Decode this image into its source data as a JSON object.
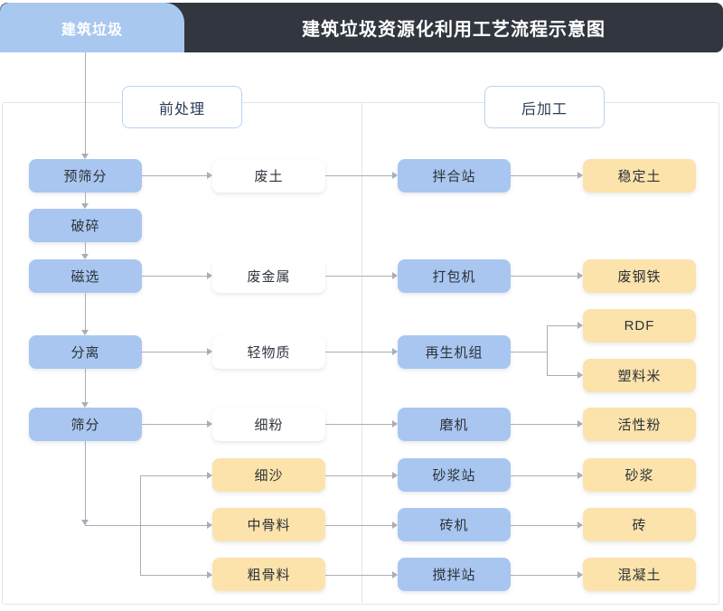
{
  "header": {
    "tab_label": "建筑垃圾",
    "title": "建筑垃圾资源化利用工艺流程示意图",
    "tab_color": "#a8c8ef",
    "bar_color": "#31363f"
  },
  "sections": {
    "pre_label": "前处理",
    "post_label": "后加工"
  },
  "palette": {
    "blue": "#a8c6f0",
    "yellow": "#fbe3ab",
    "white": "#ffffff",
    "line": "#a9aeb6",
    "border": "#e2e5ea"
  },
  "columns": {
    "col1": [
      {
        "label": "预筛分",
        "kind": "blue"
      },
      {
        "label": "破碎",
        "kind": "blue"
      },
      {
        "label": "磁选",
        "kind": "blue"
      },
      {
        "label": "分离",
        "kind": "blue"
      },
      {
        "label": "筛分",
        "kind": "blue"
      }
    ],
    "col2": [
      {
        "label": "废土",
        "kind": "white"
      },
      {
        "label": "废金属",
        "kind": "white"
      },
      {
        "label": "轻物质",
        "kind": "white"
      },
      {
        "label": "细粉",
        "kind": "white"
      },
      {
        "label": "细沙",
        "kind": "yellow"
      },
      {
        "label": "中骨料",
        "kind": "yellow"
      },
      {
        "label": "粗骨料",
        "kind": "yellow"
      }
    ],
    "col3": [
      {
        "label": "拌合站",
        "kind": "blue"
      },
      {
        "label": "打包机",
        "kind": "blue"
      },
      {
        "label": "再生机组",
        "kind": "blue"
      },
      {
        "label": "磨机",
        "kind": "blue"
      },
      {
        "label": "砂浆站",
        "kind": "blue"
      },
      {
        "label": "砖机",
        "kind": "blue"
      },
      {
        "label": "搅拌站",
        "kind": "blue"
      }
    ],
    "col4": [
      {
        "label": "稳定土",
        "kind": "yellow"
      },
      {
        "label": "废钢铁",
        "kind": "yellow"
      },
      {
        "label": "RDF",
        "kind": "yellow"
      },
      {
        "label": "塑料米",
        "kind": "yellow"
      },
      {
        "label": "活性粉",
        "kind": "yellow"
      },
      {
        "label": "砂浆",
        "kind": "yellow"
      },
      {
        "label": "砖",
        "kind": "yellow"
      },
      {
        "label": "混凝土",
        "kind": "yellow"
      }
    ]
  },
  "flows": [
    {
      "from": "建筑垃圾",
      "to": "预筛分"
    },
    {
      "from": "预筛分",
      "to": "破碎"
    },
    {
      "from": "破碎",
      "to": "磁选"
    },
    {
      "from": "磁选",
      "to": "分离"
    },
    {
      "from": "分离",
      "to": "筛分"
    },
    {
      "from": "预筛分",
      "to": "废土"
    },
    {
      "from": "磁选",
      "to": "废金属"
    },
    {
      "from": "分离",
      "to": "轻物质"
    },
    {
      "from": "筛分",
      "to": "细粉"
    },
    {
      "from": "筛分",
      "to": "细沙"
    },
    {
      "from": "筛分",
      "to": "中骨料"
    },
    {
      "from": "筛分",
      "to": "粗骨料"
    },
    {
      "from": "废土",
      "to": "拌合站"
    },
    {
      "from": "废金属",
      "to": "打包机"
    },
    {
      "from": "轻物质",
      "to": "再生机组"
    },
    {
      "from": "细粉",
      "to": "磨机"
    },
    {
      "from": "细沙",
      "to": "砂浆站"
    },
    {
      "from": "中骨料",
      "to": "砖机"
    },
    {
      "from": "粗骨料",
      "to": "搅拌站"
    },
    {
      "from": "拌合站",
      "to": "稳定土"
    },
    {
      "from": "打包机",
      "to": "废钢铁"
    },
    {
      "from": "再生机组",
      "to": "RDF"
    },
    {
      "from": "再生机组",
      "to": "塑料米"
    },
    {
      "from": "磨机",
      "to": "活性粉"
    },
    {
      "from": "砂浆站",
      "to": "砂浆"
    },
    {
      "from": "砖机",
      "to": "砖"
    },
    {
      "from": "搅拌站",
      "to": "混凝土"
    }
  ]
}
